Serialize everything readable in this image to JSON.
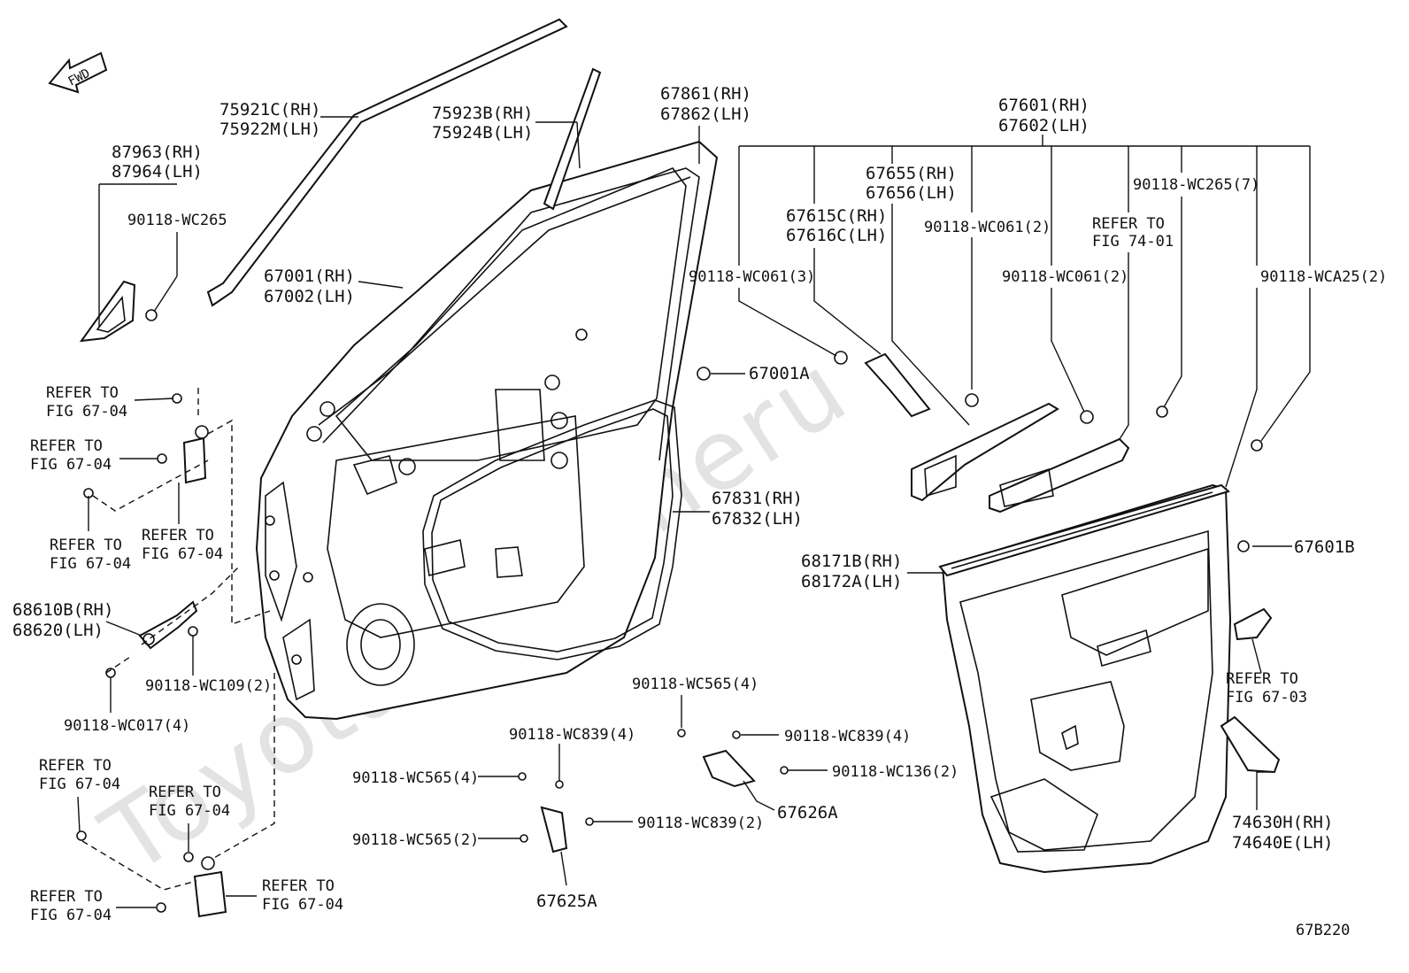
{
  "watermark": "ToyotaCarNineru",
  "fwd": "FWD",
  "fig_code": "67B220",
  "labels": {
    "l75921": [
      "75921C(RH)",
      "75922M(LH)"
    ],
    "l75923": [
      "75923B(RH)",
      "75924B(LH)"
    ],
    "l67861": [
      "67861(RH)",
      "67862(LH)"
    ],
    "l67601": [
      "67601(RH)",
      "67602(LH)"
    ],
    "l87963": [
      "87963(RH)",
      "87964(LH)"
    ],
    "l90118wc265": [
      "90118-WC265"
    ],
    "l67655": [
      "67655(RH)",
      "67656(LH)"
    ],
    "l67615": [
      "67615C(RH)",
      "67616C(LH)"
    ],
    "l90118wc061_2a": [
      "90118-WC061(2)"
    ],
    "l90118wc265_7": [
      "90118-WC265(7)"
    ],
    "lrefer7401": [
      "REFER TO",
      "FIG 74-01"
    ],
    "l90118wc061_3": [
      "90118-WC061(3)"
    ],
    "l90118wc061_2b": [
      "90118-WC061(2)"
    ],
    "l90118wca25": [
      "90118-WCA25(2)"
    ],
    "l67001": [
      "67001(RH)",
      "67002(LH)"
    ],
    "l67001A": [
      "67001A"
    ],
    "lref1": [
      "REFER TO",
      "FIG 67-04"
    ],
    "lref2": [
      "REFER TO",
      "FIG 67-04"
    ],
    "lref3": [
      "REFER TO",
      "FIG 67-04"
    ],
    "lref4": [
      "REFER TO",
      "FIG 67-04"
    ],
    "l67831": [
      "67831(RH)",
      "67832(LH)"
    ],
    "l67601B": [
      "67601B"
    ],
    "l68171": [
      "68171B(RH)",
      "68172A(LH)"
    ],
    "l68610": [
      "68610B(RH)",
      "68620(LH)"
    ],
    "l90118wc109": [
      "90118-WC109(2)"
    ],
    "l90118wc017": [
      "90118-WC017(4)"
    ],
    "lref6703": [
      "REFER TO",
      "FIG 67-03"
    ],
    "l90118wc565_4a": [
      "90118-WC565(4)"
    ],
    "l90118wc839_4a": [
      "90118-WC839(4)"
    ],
    "l90118wc839_4b": [
      "90118-WC839(4)"
    ],
    "l90118wc565_4b": [
      "90118-WC565(4)"
    ],
    "l90118wc136": [
      "90118-WC136(2)"
    ],
    "lref5": [
      "REFER TO",
      "FIG 67-04"
    ],
    "lref6": [
      "REFER TO",
      "FIG 67-04"
    ],
    "l67626A": [
      "67626A"
    ],
    "l90118wc565_2": [
      "90118-WC565(2)"
    ],
    "l90118wc839_2": [
      "90118-WC839(2)"
    ],
    "l74630": [
      "74630H(RH)",
      "74640E(LH)"
    ],
    "lref7": [
      "REFER TO",
      "FIG 67-04"
    ],
    "lref8": [
      "REFER TO",
      "FIG 67-04"
    ],
    "l67625A": [
      "67625A"
    ]
  }
}
